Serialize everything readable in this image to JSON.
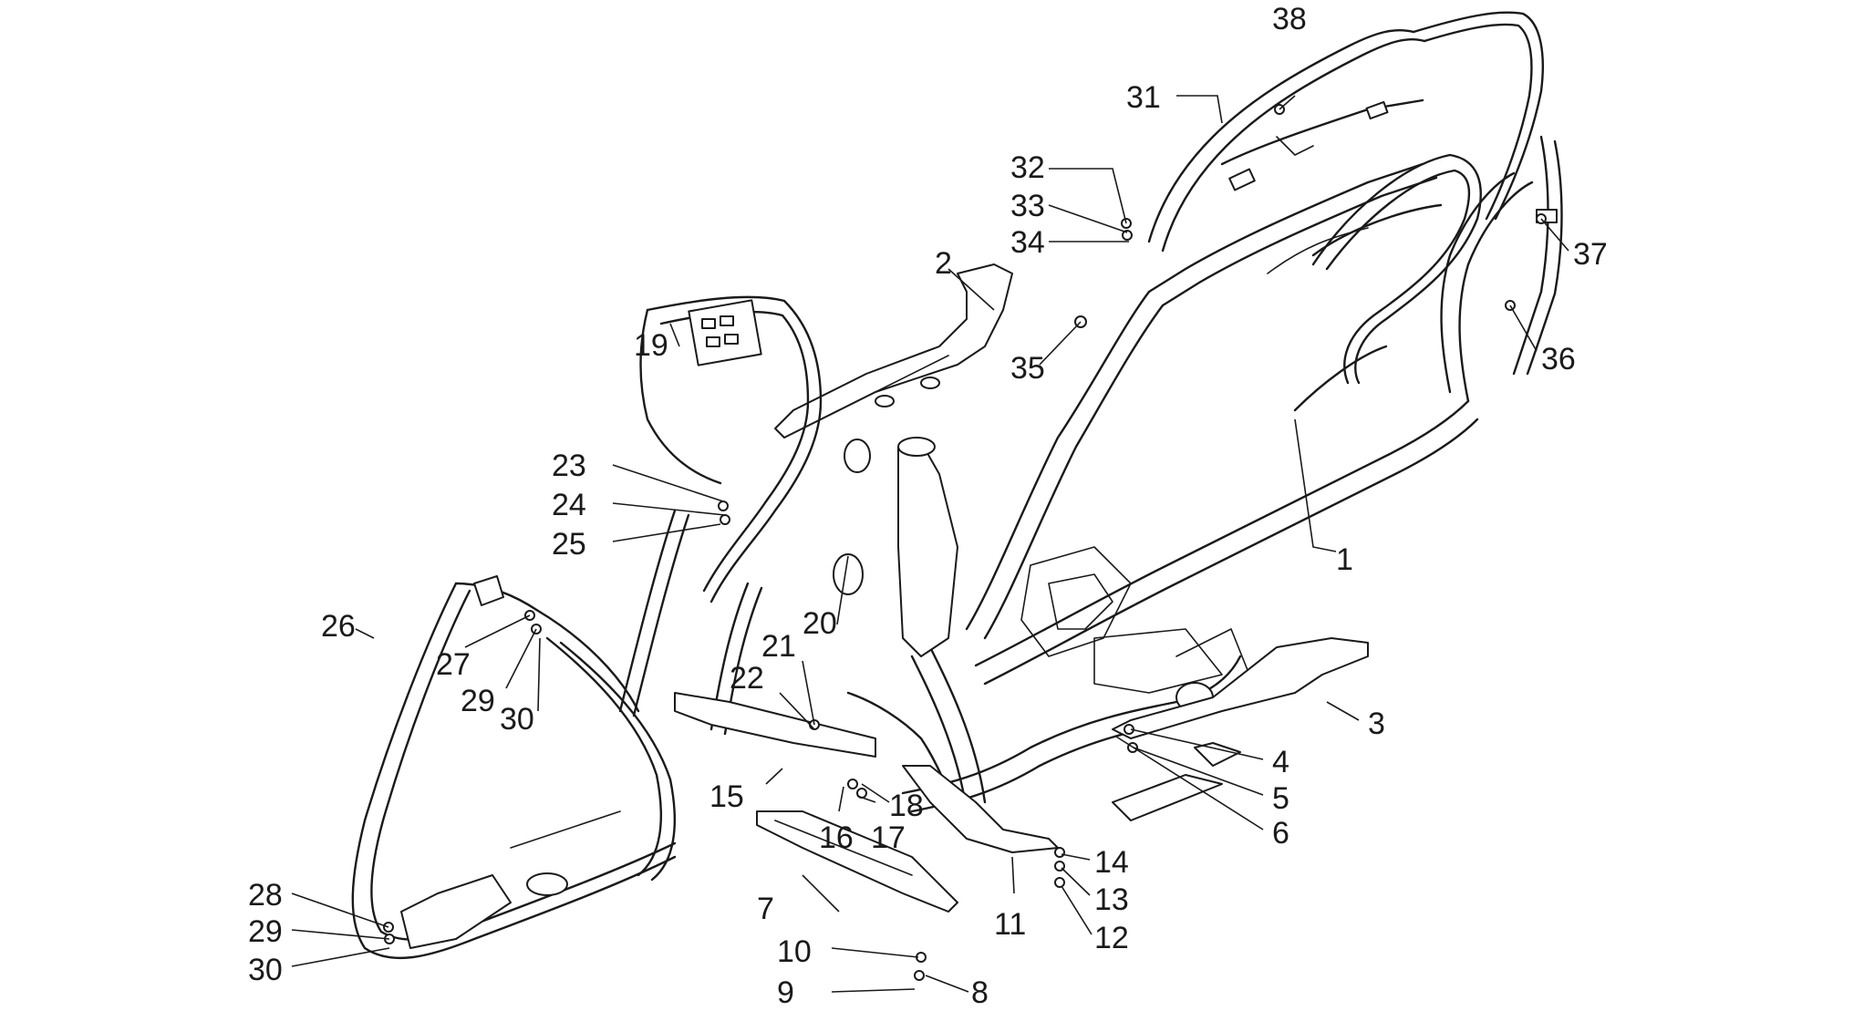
{
  "callouts": [
    "1",
    "2",
    "3",
    "4",
    "5",
    "6",
    "7",
    "8",
    "9",
    "10",
    "11",
    "12",
    "13",
    "14",
    "15",
    "16",
    "17",
    "18",
    "19",
    "20",
    "21",
    "22",
    "23",
    "24",
    "25",
    "26",
    "27",
    "29",
    "30",
    "28",
    "29",
    "30",
    "31",
    "32",
    "33",
    "34",
    "35",
    "36",
    "37",
    "38"
  ]
}
